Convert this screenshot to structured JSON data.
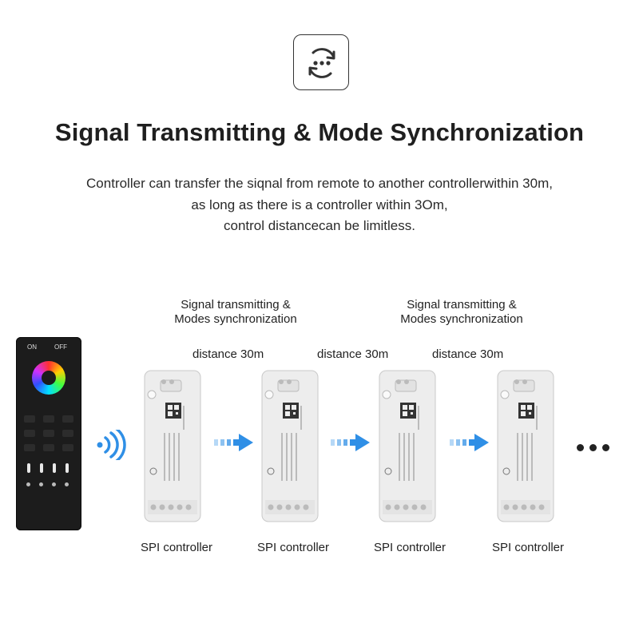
{
  "header": {
    "title": "Signal Transmitting & Mode Synchronization",
    "subtitle_lines": [
      "Controller can transfer the siqnal from remote to another controllerwithin 30m,",
      "as long as there is a controller within 3Om,",
      "control distancecan be limitless."
    ]
  },
  "captions": {
    "sync_1": [
      "Signal transmitting &",
      "Modes synchronization"
    ],
    "sync_2": [
      "Signal transmitting &",
      "Modes synchronization"
    ]
  },
  "distances": [
    "distance 30m",
    "distance 30m",
    "distance 30m"
  ],
  "remote": {
    "on_label": "ON",
    "off_label": "OFF"
  },
  "controllers": [
    {
      "label": "SPI controller"
    },
    {
      "label": "SPI controller"
    },
    {
      "label": "SPI controller"
    },
    {
      "label": "SPI controller"
    }
  ],
  "colors": {
    "arrow": "#2f8fe6",
    "wave": "#2f8fe6",
    "title": "#1f1f1f"
  },
  "icons": [
    "sync-icon",
    "wireless-signal-icon",
    "arrow-right-icon",
    "more-dots-icon"
  ]
}
